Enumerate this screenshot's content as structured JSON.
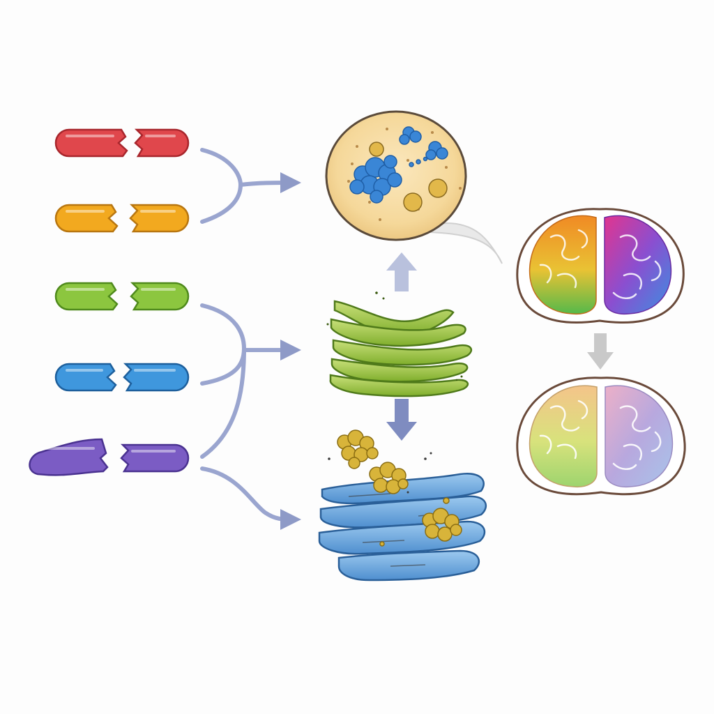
{
  "colors": {
    "background": "#fdfdfd",
    "arrow": "#8e9ac7",
    "arrow_light": "#b9c1dd",
    "arrow_gray": "#c9c9c9",
    "outline": "#5a4a3a"
  },
  "fragments": [
    {
      "name": "red-fragment",
      "color": "#e0474c",
      "dark": "#a8262c"
    },
    {
      "name": "orange-fragment",
      "color": "#f2a91f",
      "dark": "#b87610"
    },
    {
      "name": "green-fragment",
      "color": "#8cc63f",
      "dark": "#4f8a1c"
    },
    {
      "name": "blue-fragment",
      "color": "#3f97dd",
      "dark": "#1d5f9c"
    },
    {
      "name": "purple-fragment",
      "color": "#7b5cc4",
      "dark": "#4a3290"
    }
  ],
  "icons": {
    "cell": "cell-vesicle-icon",
    "golgi": "golgi-green-icon",
    "er": "endoplasmic-reticulum-icon",
    "brain_healthy": "brain-colorful-icon",
    "brain_faded": "brain-faded-icon"
  }
}
